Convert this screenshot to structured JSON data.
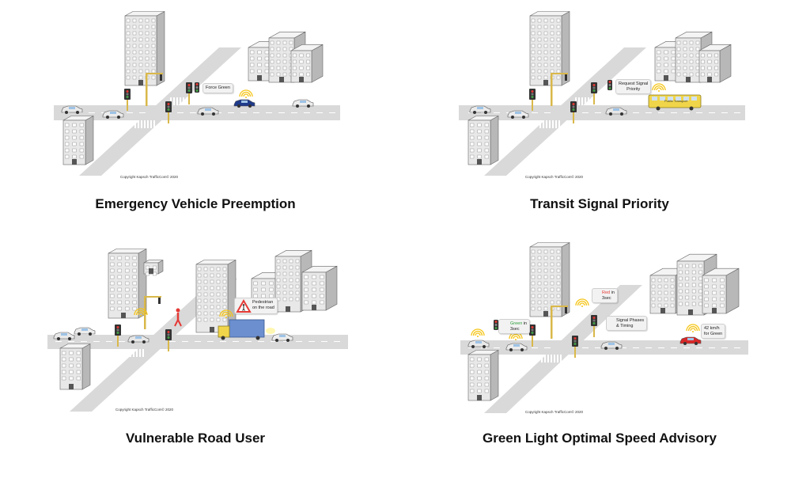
{
  "panels": [
    {
      "caption": "Emergency Vehicle Preemption",
      "copyright": "Copyright Kapsch TrafficCom© 2020",
      "callouts": [
        "Force Green"
      ]
    },
    {
      "caption": "Transit Signal Priority",
      "copyright": "Copyright Kapsch TrafficCom© 2020",
      "callouts": [
        "Request Signal",
        "Priority"
      ],
      "bus_label": "Public Transport"
    },
    {
      "caption": "Vulnerable Road User",
      "copyright": "Copyright Kapsch TrafficCom© 2020",
      "callouts": [
        "Pedestrian",
        "on the road"
      ]
    },
    {
      "caption": "Green Light Optimal Speed Advisory",
      "copyright": "Copyright Kapsch TrafficCom© 2020",
      "callouts": {
        "red": {
          "value": "Red",
          "suffix": " in",
          "line2": "3sec"
        },
        "green": {
          "value": "Green",
          "suffix": " in",
          "line2": "3sec"
        },
        "phases": [
          "Signal Phases",
          "& Timing"
        ],
        "speed": [
          "42 km/h",
          "for Green"
        ]
      }
    }
  ],
  "colors": {
    "road": "#d9d9d9",
    "building_front": "#e8e8e8",
    "building_side": "#b8b8b8",
    "building_top": "#f4f4f4",
    "signal_pole": "#d9b84a",
    "wifi": "#f5c518",
    "police": "#1e3a8a",
    "bus": "#f0d54a",
    "truck": "#6b8fcf",
    "sports_car": "#d62828",
    "pedestrian": "#e53935"
  }
}
